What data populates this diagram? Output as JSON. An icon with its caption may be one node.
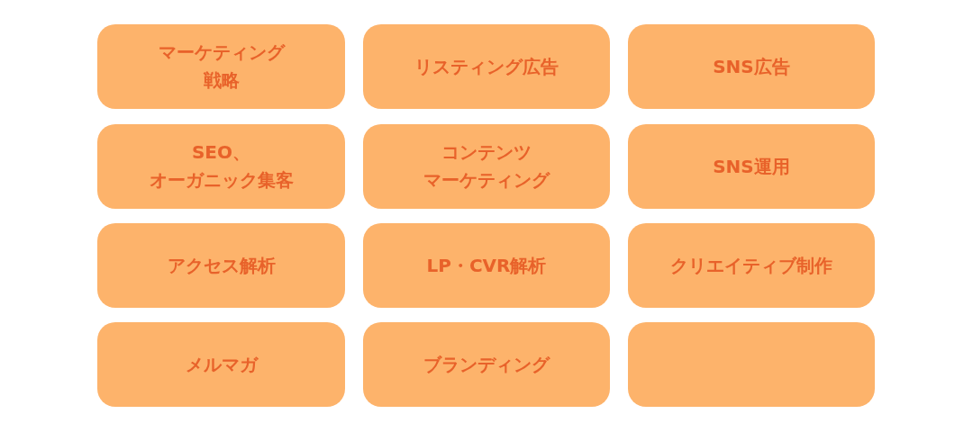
{
  "diagram": {
    "nodes": [
      {
        "text": [
          "マーケティング戦略"
        ]
      },
      {
        "text": [
          "リスティング広告"
        ]
      },
      {
        "text": [
          "SNS広告"
        ]
      },
      {
        "text": [
          "SEO、オーガニック集客"
        ]
      },
      {
        "text": [
          "コンテンツマーケティング"
        ]
      },
      {
        "text": [
          "SNS運用"
        ]
      },
      {
        "text": [
          "アクセス解析"
        ]
      },
      {
        "text": [
          "LP・CVR解析"
        ]
      },
      {
        "text": [
          "クリエイティブ制作"
        ]
      },
      {
        "text": [
          "メルマガ"
        ]
      },
      {
        "text": [
          "ブランディング"
        ]
      },
      {
        "text": [],
        "shape": "box"
      }
    ]
  }
}
